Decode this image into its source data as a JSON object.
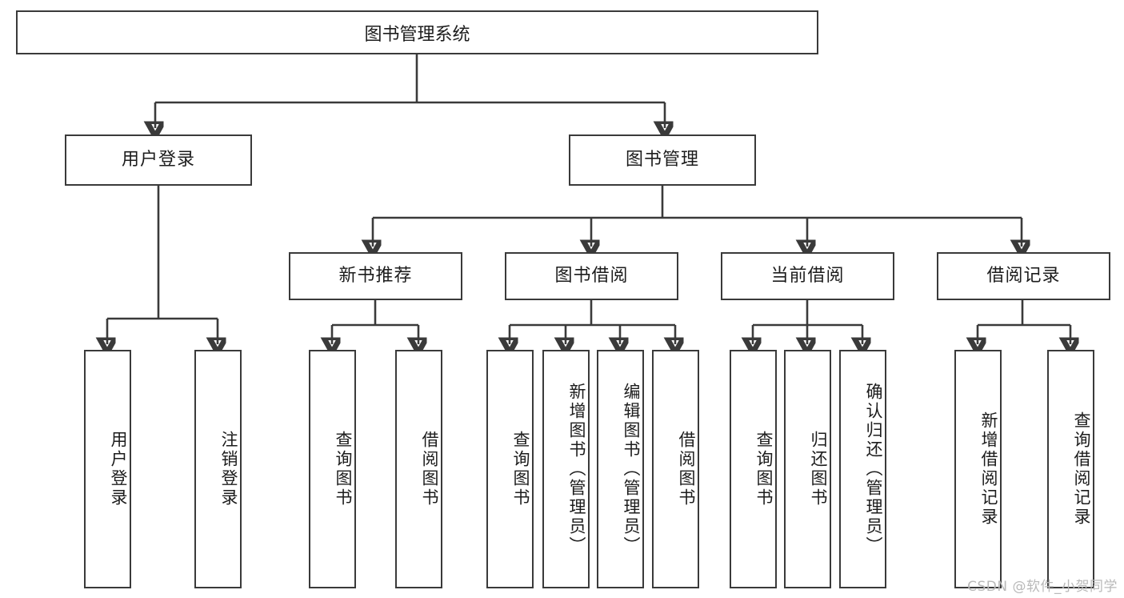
{
  "diagram": {
    "title": "图书管理系统",
    "type": "tree-hierarchy-diagram",
    "colors": {
      "box_border": "#3a3a3a",
      "box_fill": "#ffffff",
      "text": "#1c1c1c",
      "connector": "#3a3a3a",
      "watermark": "#b9b9b9"
    },
    "root": {
      "label": "图书管理系统"
    },
    "level2": [
      {
        "label": "用户登录"
      },
      {
        "label": "图书管理"
      }
    ],
    "level3": [
      {
        "label": "新书推荐"
      },
      {
        "label": "图书借阅"
      },
      {
        "label": "当前借阅"
      },
      {
        "label": "借阅记录"
      }
    ],
    "leaves": {
      "user_login": [
        {
          "label": "用户登录"
        },
        {
          "label": "注销登录"
        }
      ],
      "new_book_recommend": [
        {
          "label": "查询图书"
        },
        {
          "label": "借阅图书"
        }
      ],
      "book_borrow": [
        {
          "label": "查询图书"
        },
        {
          "label": "新增图书（管理员）"
        },
        {
          "label": "编辑图书（管理员）"
        },
        {
          "label": "借阅图书"
        }
      ],
      "current_borrow": [
        {
          "label": "查询图书"
        },
        {
          "label": "归还图书"
        },
        {
          "label": "确认归还（管理员）"
        }
      ],
      "borrow_records": [
        {
          "label": "新增借阅记录"
        },
        {
          "label": "查询借阅记录"
        }
      ]
    }
  },
  "watermark": {
    "text": "CSDN @软件_小贺同学"
  }
}
